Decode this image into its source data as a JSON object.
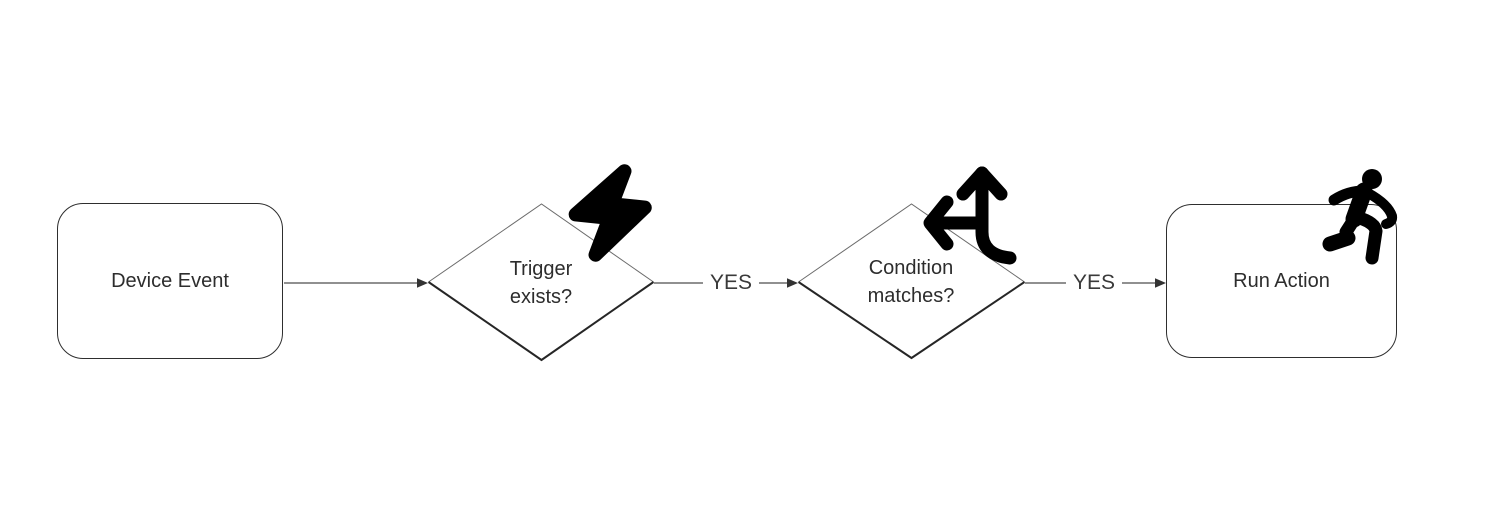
{
  "canvas": {
    "background": "#ffffff"
  },
  "flowchart": {
    "nodes": [
      {
        "id": "device-event",
        "shape": "rounded-rectangle",
        "label": "Device Event"
      },
      {
        "id": "trigger-exists",
        "shape": "diamond",
        "label": "Trigger exists?",
        "line1": "Trigger",
        "line2": "exists?",
        "icon": "lightning-bolt-icon"
      },
      {
        "id": "condition-matches",
        "shape": "diamond",
        "label": "Condition matches?",
        "line1": "Condition",
        "line2": "matches?",
        "icon": "direction-fork-icon"
      },
      {
        "id": "run-action",
        "shape": "rounded-rectangle",
        "label": "Run Action",
        "icon": "running-person-icon"
      }
    ],
    "edges": [
      {
        "from": "device-event",
        "to": "trigger-exists",
        "label": ""
      },
      {
        "from": "trigger-exists",
        "to": "condition-matches",
        "label": "YES"
      },
      {
        "from": "condition-matches",
        "to": "run-action",
        "label": "YES"
      }
    ],
    "colors": {
      "background": "#ffffff",
      "node_fill": "#ffffff",
      "node_stroke": "#2e2e2e",
      "diamond_stroke_light": "#6b6b6b",
      "diamond_stroke_dark": "#262626",
      "edge_line": "#4d4d4d",
      "edge_arrow": "#333333",
      "text": "#2d2d2d",
      "icon": "#000000"
    }
  }
}
